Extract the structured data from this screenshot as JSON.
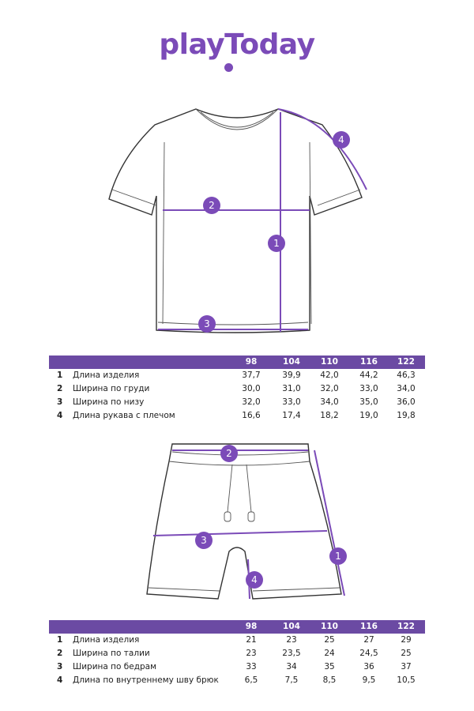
{
  "brand": {
    "logo_text": "playToday",
    "accent_color": "#7b4bb8",
    "header_color": "#6b4aa3"
  },
  "tshirt_markers": [
    "1",
    "2",
    "3",
    "4"
  ],
  "shorts_markers": [
    "1",
    "2",
    "3",
    "4"
  ],
  "tshirt_table": {
    "sizes": [
      "98",
      "104",
      "110",
      "116",
      "122"
    ],
    "rows": [
      {
        "n": "1",
        "label": "Длина изделия",
        "values": [
          "37,7",
          "39,9",
          "42,0",
          "44,2",
          "46,3"
        ]
      },
      {
        "n": "2",
        "label": "Ширина по груди",
        "values": [
          "30,0",
          "31,0",
          "32,0",
          "33,0",
          "34,0"
        ]
      },
      {
        "n": "3",
        "label": "Ширина по низу",
        "values": [
          "32,0",
          "33,0",
          "34,0",
          "35,0",
          "36,0"
        ]
      },
      {
        "n": "4",
        "label": "Длина рукава с плечом",
        "values": [
          "16,6",
          "17,4",
          "18,2",
          "19,0",
          "19,8"
        ]
      }
    ]
  },
  "shorts_table": {
    "sizes": [
      "98",
      "104",
      "110",
      "116",
      "122"
    ],
    "rows": [
      {
        "n": "1",
        "label": "Длина изделия",
        "values": [
          "21",
          "23",
          "25",
          "27",
          "29"
        ]
      },
      {
        "n": "2",
        "label": "Ширина по талии",
        "values": [
          "23",
          "23,5",
          "24",
          "24,5",
          "25"
        ]
      },
      {
        "n": "3",
        "label": "Ширина по бедрам",
        "values": [
          "33",
          "34",
          "35",
          "36",
          "37"
        ]
      },
      {
        "n": "4",
        "label": "Длина по внутреннему шву брюк",
        "values": [
          "6,5",
          "7,5",
          "8,5",
          "9,5",
          "10,5"
        ]
      }
    ]
  }
}
